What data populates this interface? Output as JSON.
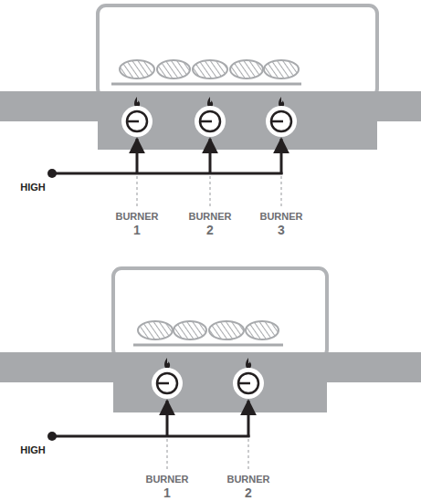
{
  "diagram": {
    "labels": [
      "HIGH",
      "BURNER",
      "1",
      "BURNER",
      "2",
      "BURNER",
      "3",
      "HIGH",
      "BURNER",
      "1",
      "BURNER",
      "2"
    ]
  }
}
